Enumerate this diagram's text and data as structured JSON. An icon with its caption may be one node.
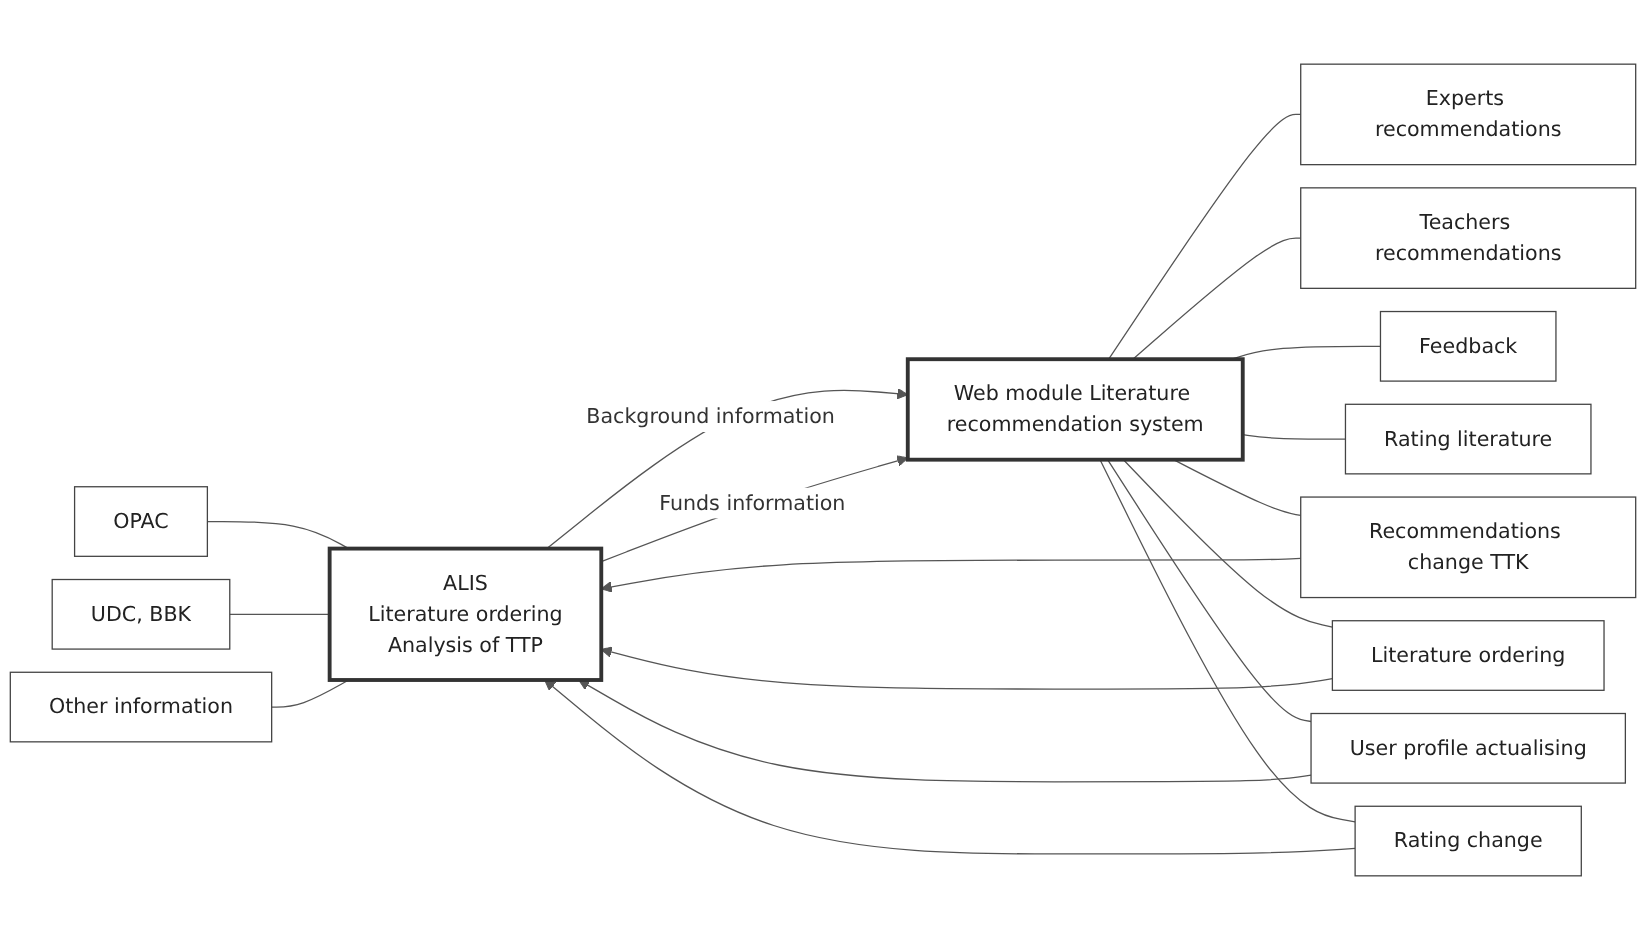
{
  "diagram": {
    "nodes": [
      {
        "text": [
          "OPAC"
        ]
      },
      {
        "text": [
          "UDC, BBK"
        ]
      },
      {
        "text": [
          "Other information"
        ]
      },
      {
        "text": [
          "ALIS",
          "Literature ordering",
          "Analysis of TTP"
        ]
      },
      {
        "text": [
          "Experts recommendations"
        ]
      },
      {
        "text": [
          "Teachers recommendations"
        ]
      },
      {
        "text": [
          "Web module Literature recommendation system"
        ]
      },
      {
        "text": [
          "Feedback"
        ]
      },
      {
        "text": [
          "Rating literature"
        ]
      },
      {
        "text": [
          "Recommendations change TTK"
        ]
      },
      {
        "text": [
          "Literature ordering"
        ]
      },
      {
        "text": [
          "User profile actualising"
        ]
      },
      {
        "text": [
          "Rating change"
        ]
      }
    ],
    "edges": [
      {
        "from": 0,
        "to": 3,
        "arrow": "none"
      },
      {
        "from": 1,
        "to": 3,
        "arrow": "none"
      },
      {
        "from": 2,
        "to": 3,
        "arrow": "none"
      },
      {
        "from": 3,
        "to": 6,
        "arrow": "to",
        "label": "Background information"
      },
      {
        "from": 3,
        "to": 6,
        "arrow": "to",
        "label": "Funds information"
      },
      {
        "from": 6,
        "to": 4,
        "arrow": "none"
      },
      {
        "from": 6,
        "to": 5,
        "arrow": "none"
      },
      {
        "from": 6,
        "to": 7,
        "arrow": "none"
      },
      {
        "from": 6,
        "to": 8,
        "arrow": "none"
      },
      {
        "from": 6,
        "to": 9,
        "arrow": "none"
      },
      {
        "from": 9,
        "to": 3,
        "arrow": "to"
      },
      {
        "from": 6,
        "to": 10,
        "arrow": "none"
      },
      {
        "from": 10,
        "to": 3,
        "arrow": "to"
      },
      {
        "from": 6,
        "to": 11,
        "arrow": "none"
      },
      {
        "from": 11,
        "to": 3,
        "arrow": "to"
      },
      {
        "from": 6,
        "to": 12,
        "arrow": "none"
      },
      {
        "from": 12,
        "to": 3,
        "arrow": "to"
      }
    ]
  }
}
